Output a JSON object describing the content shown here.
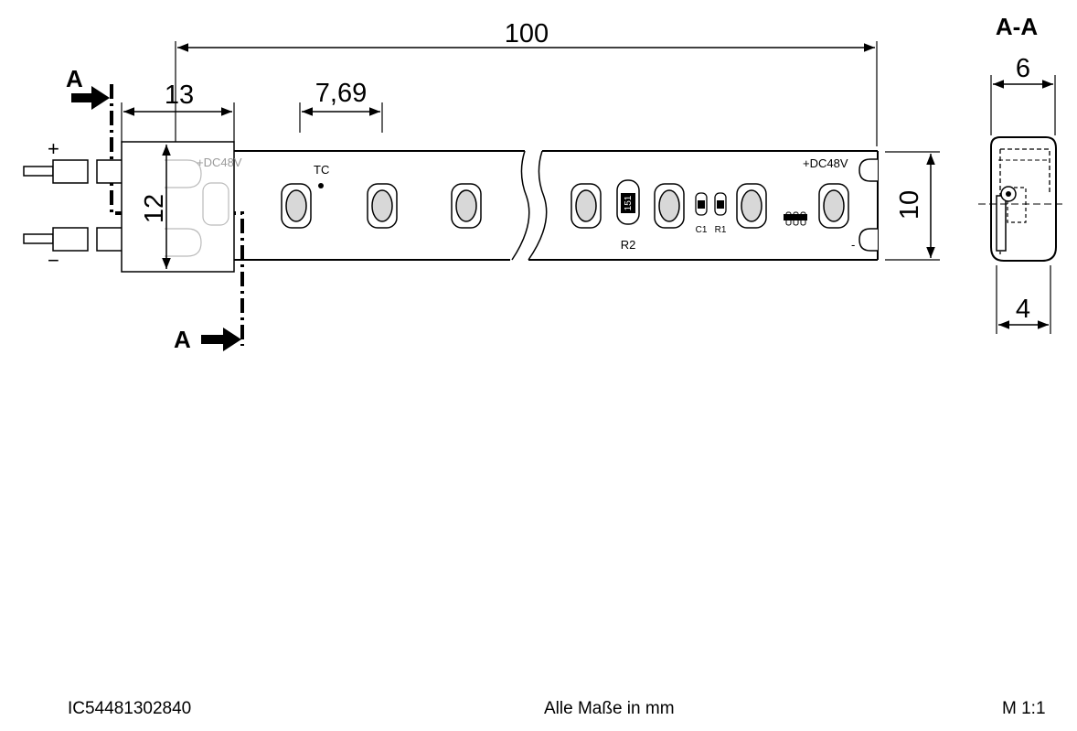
{
  "dimensions": {
    "total_length": "100",
    "connector_length": "13",
    "led_pitch": "7,69",
    "connector_height": "12",
    "strip_height": "10",
    "section_width": "6",
    "section_height": "4"
  },
  "labels": {
    "section_mark": "A",
    "section_title": "A-A",
    "plus": "+",
    "minus": "−",
    "voltage_left": "+DC48V",
    "voltage_right": "+DC48V",
    "tc": "TC",
    "r2": "R2",
    "r2_value": "151",
    "c1": "C1",
    "r1": "R1",
    "minus_small": "-"
  },
  "footer": {
    "article_number": "IC54481302840",
    "units_note": "Alle Maße in mm",
    "scale": "M 1:1"
  },
  "colors": {
    "led": "#d8d8d8",
    "line": "#000000"
  }
}
